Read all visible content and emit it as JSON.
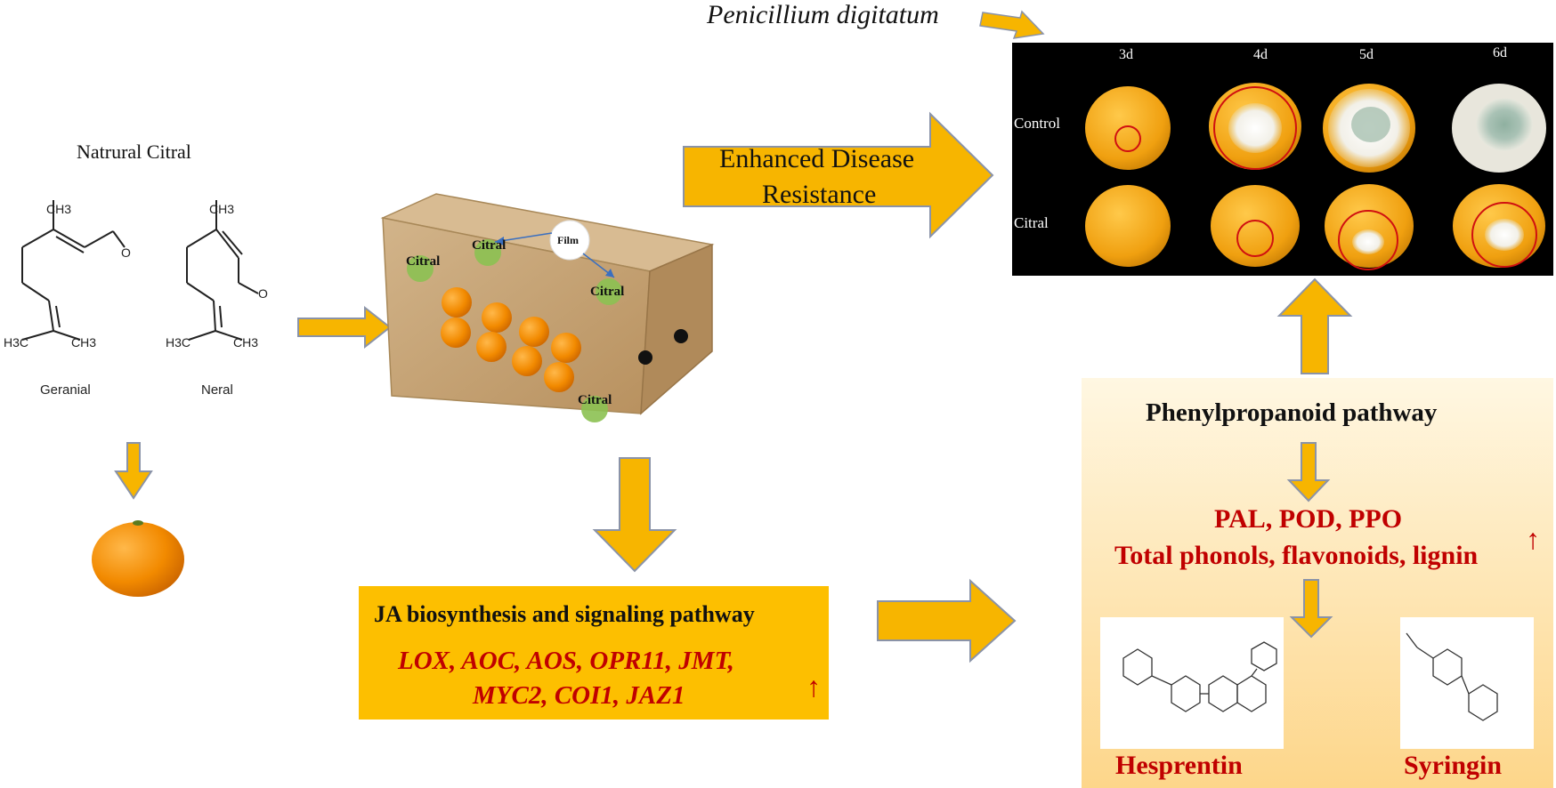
{
  "pathogen_label": "Penicillium digitatum",
  "citral_title": "Natrural Citral",
  "molecules": [
    {
      "name": "Geranial",
      "ch3_top": "CH3",
      "left_group": "H3C",
      "right_group": "CH3",
      "aldehyde": "O"
    },
    {
      "name": "Neral",
      "ch3_top": "CH3",
      "left_group": "H3C",
      "right_group": "CH3",
      "aldehyde": "O"
    }
  ],
  "box": {
    "film_label": "Film",
    "citral_spots": [
      "Citral",
      "Citral",
      "Citral",
      "Citral"
    ]
  },
  "disease_arrow_text": [
    "Enhanced Disease",
    "Resistance"
  ],
  "photo_panel": {
    "days": [
      "3d",
      "4d",
      "5d",
      "6d"
    ],
    "rows": [
      "Control",
      "Citral"
    ]
  },
  "ja_box": {
    "title": "JA biosynthesis and signaling pathway",
    "genes_line1": "LOX, AOC, AOS, OPR11, JMT,",
    "genes_line2": "MYC2, COI1, JAZ1",
    "up_arrow": "↑"
  },
  "pathway_box": {
    "title": "Phenylpropanoid pathway",
    "line1": "PAL, POD, PPO",
    "line2": "Total phonols, flavonoids, lignin",
    "up_arrow": "↑",
    "compounds": [
      "Hesprentin",
      "Syringin"
    ]
  },
  "colors": {
    "arrow_fill": "#f7b500",
    "arrow_stroke": "#8a93a8",
    "ja_box": "#fdbf00",
    "pathway_top": "#fff4d6",
    "pathway_bottom": "#fdd68a",
    "red_text": "#c00000",
    "box_cardboard": "#c9a77a",
    "orange_fruit": "#f08a00",
    "citral_spot": "#8cc152"
  }
}
